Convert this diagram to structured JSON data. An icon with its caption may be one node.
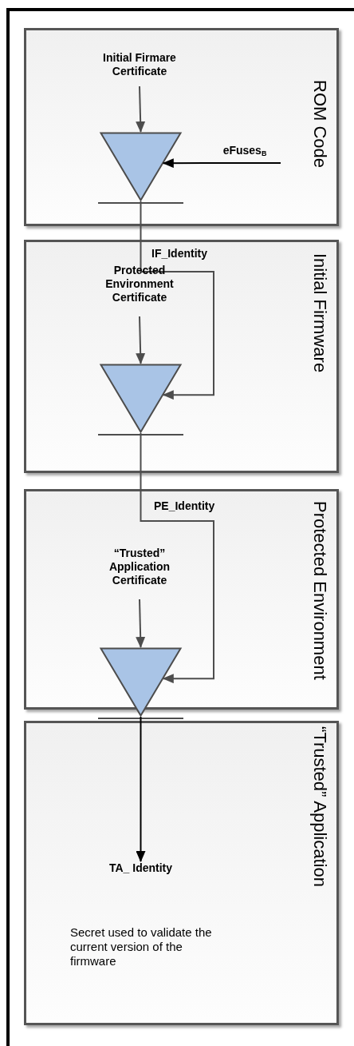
{
  "diagram": {
    "nodes": [
      {
        "text": [
          "ROM Code"
        ]
      },
      {
        "text": [
          "Initial Firmare Certificate"
        ],
        "in": 0
      },
      {
        "text": [],
        "shape": "triangle",
        "in": 0
      },
      {
        "text": [
          "eFuses$_{B}$"
        ],
        "in": 0
      },
      {
        "text": [
          "Initial Firmware"
        ]
      },
      {
        "text": [
          "Protected Environment Certificate"
        ],
        "in": 4
      },
      {
        "text": [],
        "shape": "triangle",
        "in": 4
      },
      {
        "text": [
          "Protected Environment"
        ]
      },
      {
        "text": [
          "“Trusted” Application Certificate"
        ],
        "in": 7
      },
      {
        "text": [],
        "shape": "triangle",
        "in": 7
      },
      {
        "text": [
          "“Trusted” Application"
        ]
      },
      {
        "text": [
          "TA_ Identity"
        ],
        "in": 10
      }
    ],
    "edges": [
      {
        "from": 1,
        "to": 2,
        "arrow": "to"
      },
      {
        "from": 3,
        "to": 2,
        "arrow": "to",
        "color": "#000000"
      },
      {
        "from": 2,
        "to": 6,
        "arrow": "to",
        "label": "IF_Identity"
      },
      {
        "from": 5,
        "to": 6,
        "arrow": "to"
      },
      {
        "from": 6,
        "to": 9,
        "arrow": "to",
        "label": "PE_Identity"
      },
      {
        "from": 8,
        "to": 9,
        "arrow": "to"
      },
      {
        "from": 9,
        "to": 11,
        "arrow": "to",
        "color": "#000000"
      }
    ],
    "labels": [
      "Secret used to validate the current version of the firmware"
    ]
  }
}
